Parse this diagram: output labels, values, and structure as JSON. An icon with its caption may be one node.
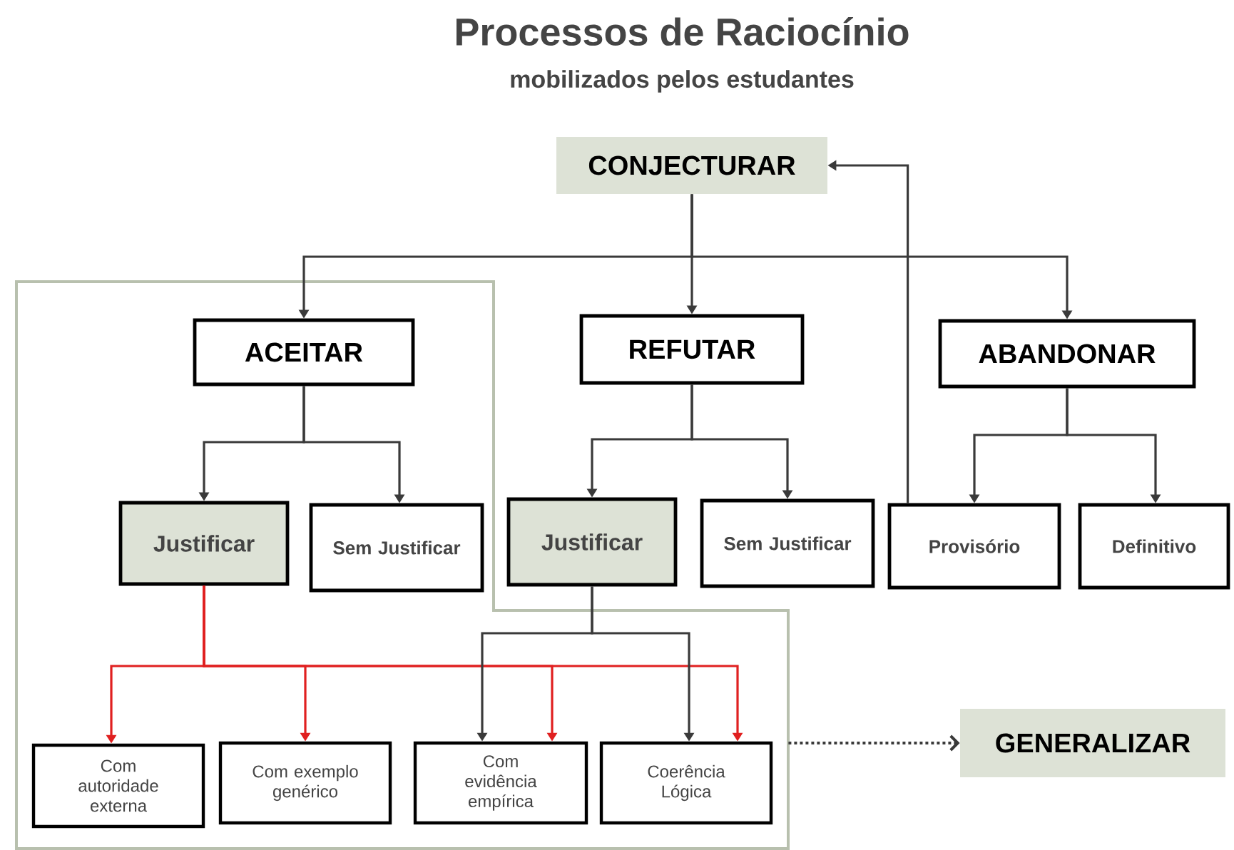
{
  "diagram": {
    "title": "Processos de Raciocínio",
    "labels": [
      "mobilizados pelos estudantes"
    ],
    "nodes": [
      {
        "text": [
          "CONJECTURAR"
        ]
      },
      {
        "text": [],
        "shape": "box"
      },
      {
        "text": [
          "ACEITAR"
        ],
        "in": 1
      },
      {
        "text": [
          "REFUTAR"
        ]
      },
      {
        "text": [
          "ABANDONAR"
        ]
      },
      {
        "text": [
          "Justificar"
        ],
        "in": 1
      },
      {
        "text": [
          "Sem Justificar"
        ],
        "in": 1
      },
      {
        "text": [
          "Justificar"
        ]
      },
      {
        "text": [
          "Sem Justificar"
        ]
      },
      {
        "text": [
          "Provisório"
        ]
      },
      {
        "text": [
          "Definitivo"
        ]
      },
      {
        "text": [
          "Com autoridade externa"
        ],
        "in": 1
      },
      {
        "text": [
          "Com exemplo genérico"
        ],
        "in": 1
      },
      {
        "text": [
          "Com evidência empírica"
        ],
        "in": 1
      },
      {
        "text": [
          "Coerência Lógica"
        ],
        "in": 1
      },
      {
        "text": [
          "GENERALIZAR"
        ]
      }
    ],
    "edges": [
      {
        "from": 0,
        "to": 2,
        "arrow": "to"
      },
      {
        "from": 0,
        "to": 3,
        "arrow": "to"
      },
      {
        "from": 0,
        "to": 4,
        "arrow": "to"
      },
      {
        "from": 9,
        "to": 0,
        "arrow": "to"
      },
      {
        "from": 2,
        "to": 5,
        "arrow": "to"
      },
      {
        "from": 2,
        "to": 6,
        "arrow": "to"
      },
      {
        "from": 3,
        "to": 7,
        "arrow": "to"
      },
      {
        "from": 3,
        "to": 8,
        "arrow": "to"
      },
      {
        "from": 4,
        "to": 9,
        "arrow": "to"
      },
      {
        "from": 4,
        "to": 10,
        "arrow": "to"
      },
      {
        "from": 5,
        "to": 11,
        "arrow": "to",
        "color": "#e02020"
      },
      {
        "from": 5,
        "to": 12,
        "arrow": "to",
        "color": "#e02020"
      },
      {
        "from": 5,
        "to": 13,
        "arrow": "to",
        "color": "#e02020"
      },
      {
        "from": 5,
        "to": 14,
        "arrow": "to",
        "color": "#e02020"
      },
      {
        "from": 7,
        "to": 13,
        "arrow": "to"
      },
      {
        "from": 7,
        "to": 14,
        "arrow": "to"
      },
      {
        "from": 1,
        "to": 15,
        "arrow": "to",
        "style": "dashed"
      }
    ]
  }
}
